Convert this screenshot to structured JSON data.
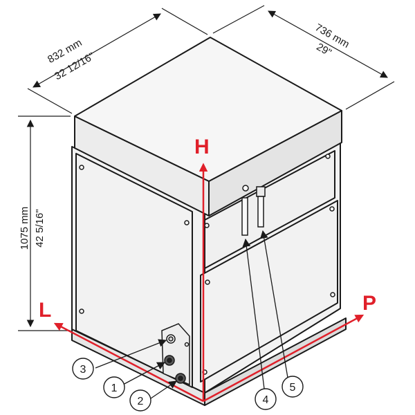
{
  "dimensions": {
    "width_mm": "832 mm",
    "width_in": "32 12/16\"",
    "depth_mm": "736 mm",
    "depth_in": "29\"",
    "height_mm": "1075 mm",
    "height_in": "42 5/16\""
  },
  "axes": {
    "h": "H",
    "l": "L",
    "p": "P",
    "color": "#e0202a"
  },
  "callouts": [
    "1",
    "2",
    "3",
    "4",
    "5"
  ],
  "colors": {
    "panel_fill": "#f2f2f2",
    "line": "#1a1a1a"
  }
}
